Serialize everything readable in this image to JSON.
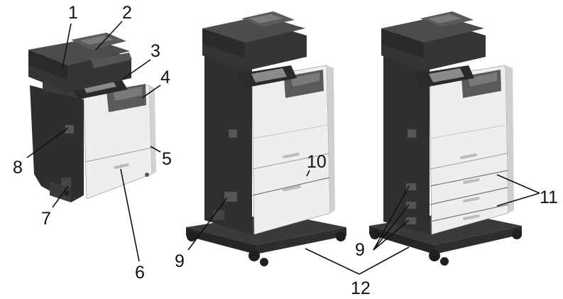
{
  "colors": {
    "body_light": "#efefef",
    "body_mid": "#cfcfcf",
    "body_dark": "#3a3a3a",
    "body_darker": "#262626",
    "panel": "#4a4a4a",
    "leader": "#111111"
  },
  "callouts": {
    "c1": "1",
    "c2": "2",
    "c3": "3",
    "c4": "4",
    "c5": "5",
    "c6": "6",
    "c7": "7",
    "c8": "8",
    "c9a": "9",
    "c10": "10",
    "c9b": "9",
    "c11": "11",
    "c12": "12"
  }
}
